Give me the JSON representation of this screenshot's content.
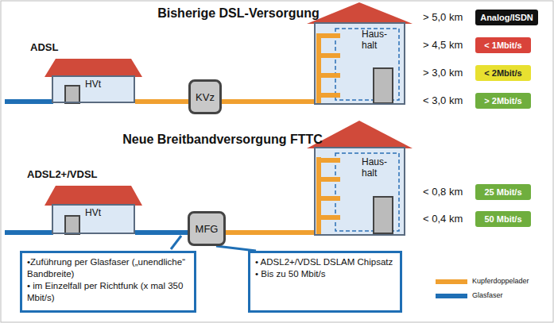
{
  "diagram": {
    "nodes": [
      {
        "text": [
          "HVt"
        ]
      },
      {
        "text": [
          "KVz"
        ]
      },
      {
        "text": [
          "Haus- halt"
        ]
      },
      {
        "text": [
          "Analog/ISDN"
        ]
      },
      {
        "text": [
          "< 1Mbit/s"
        ]
      },
      {
        "text": [
          "< 2Mbit/s"
        ]
      },
      {
        "text": [
          "> 2Mbit/s"
        ]
      },
      {
        "text": [
          "HVt"
        ]
      },
      {
        "text": [
          "MFG"
        ]
      },
      {
        "text": [
          "Haus- halt"
        ]
      },
      {
        "text": [
          "25 Mbit/s"
        ]
      },
      {
        "text": [
          "50 Mbit/s"
        ]
      },
      {
        "text": [
          "•Zuführung per Glasfaser („unendliche“ Bandbreite)",
          "• im Einzelfall per Richtfunk (x mal 350 Mbit/s)"
        ]
      },
      {
        "text": [
          "• ADSL2+/VDSL DSLAM Chipsatz",
          "• Bis zu 50 Mbit/s"
        ]
      }
    ],
    "edges": [
      {
        "from": 0,
        "to": 1,
        "arrow": "none"
      },
      {
        "from": 1,
        "to": 2,
        "arrow": "none"
      },
      {
        "from": 7,
        "to": 8,
        "arrow": "none"
      },
      {
        "from": 8,
        "to": 9,
        "arrow": "none"
      },
      {
        "from": 13,
        "to": 8,
        "arrow": "none"
      }
    ],
    "labels": [
      "Bisherige DSL-Versorgung",
      "ADSL",
      "> 5,0 km",
      "> 4,5 km",
      "> 3,0 km",
      "< 3,0 km",
      "Neue Breitbandversorgung FTTC",
      "ADSL2+/VDSL",
      "< 0,8 km",
      "< 0,4 km"
    ],
    "legend": [
      {
        "text": "Kupferdoppelader",
        "color": "#f0a030"
      },
      {
        "text": "Glasfaser",
        "color": "#1f6fb5"
      }
    ]
  }
}
